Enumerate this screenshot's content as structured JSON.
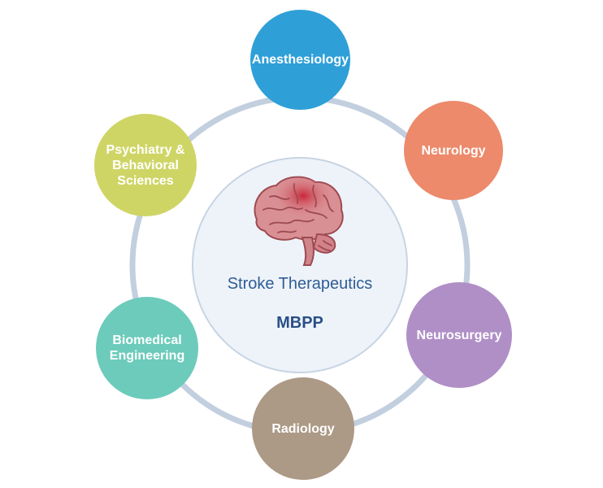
{
  "center": {
    "title": "Stroke Therapeutics",
    "subtitle": "MBPP",
    "icon": "brain-icon"
  },
  "departments": [
    {
      "id": "anesthesiology",
      "label": "Anesthesiology",
      "color": "#2f9fd8"
    },
    {
      "id": "neurology",
      "label": "Neurology",
      "color": "#ec8a6b"
    },
    {
      "id": "neurosurgery",
      "label": "Neurosurgery",
      "color": "#b08fc6"
    },
    {
      "id": "radiology",
      "label": "Radiology",
      "color": "#ac9a86"
    },
    {
      "id": "biomedical-engineering",
      "label": "Biomedical\nEngineering",
      "color": "#6ccbbb"
    },
    {
      "id": "psychiatry",
      "label": "Psychiatry &\nBehavioral\nSciences",
      "color": "#cfd565"
    }
  ],
  "colors": {
    "ring": "#c2cfdf",
    "center_fill": "#eef3f9",
    "center_border": "#c7d4e4",
    "title_text": "#2f5d95"
  }
}
